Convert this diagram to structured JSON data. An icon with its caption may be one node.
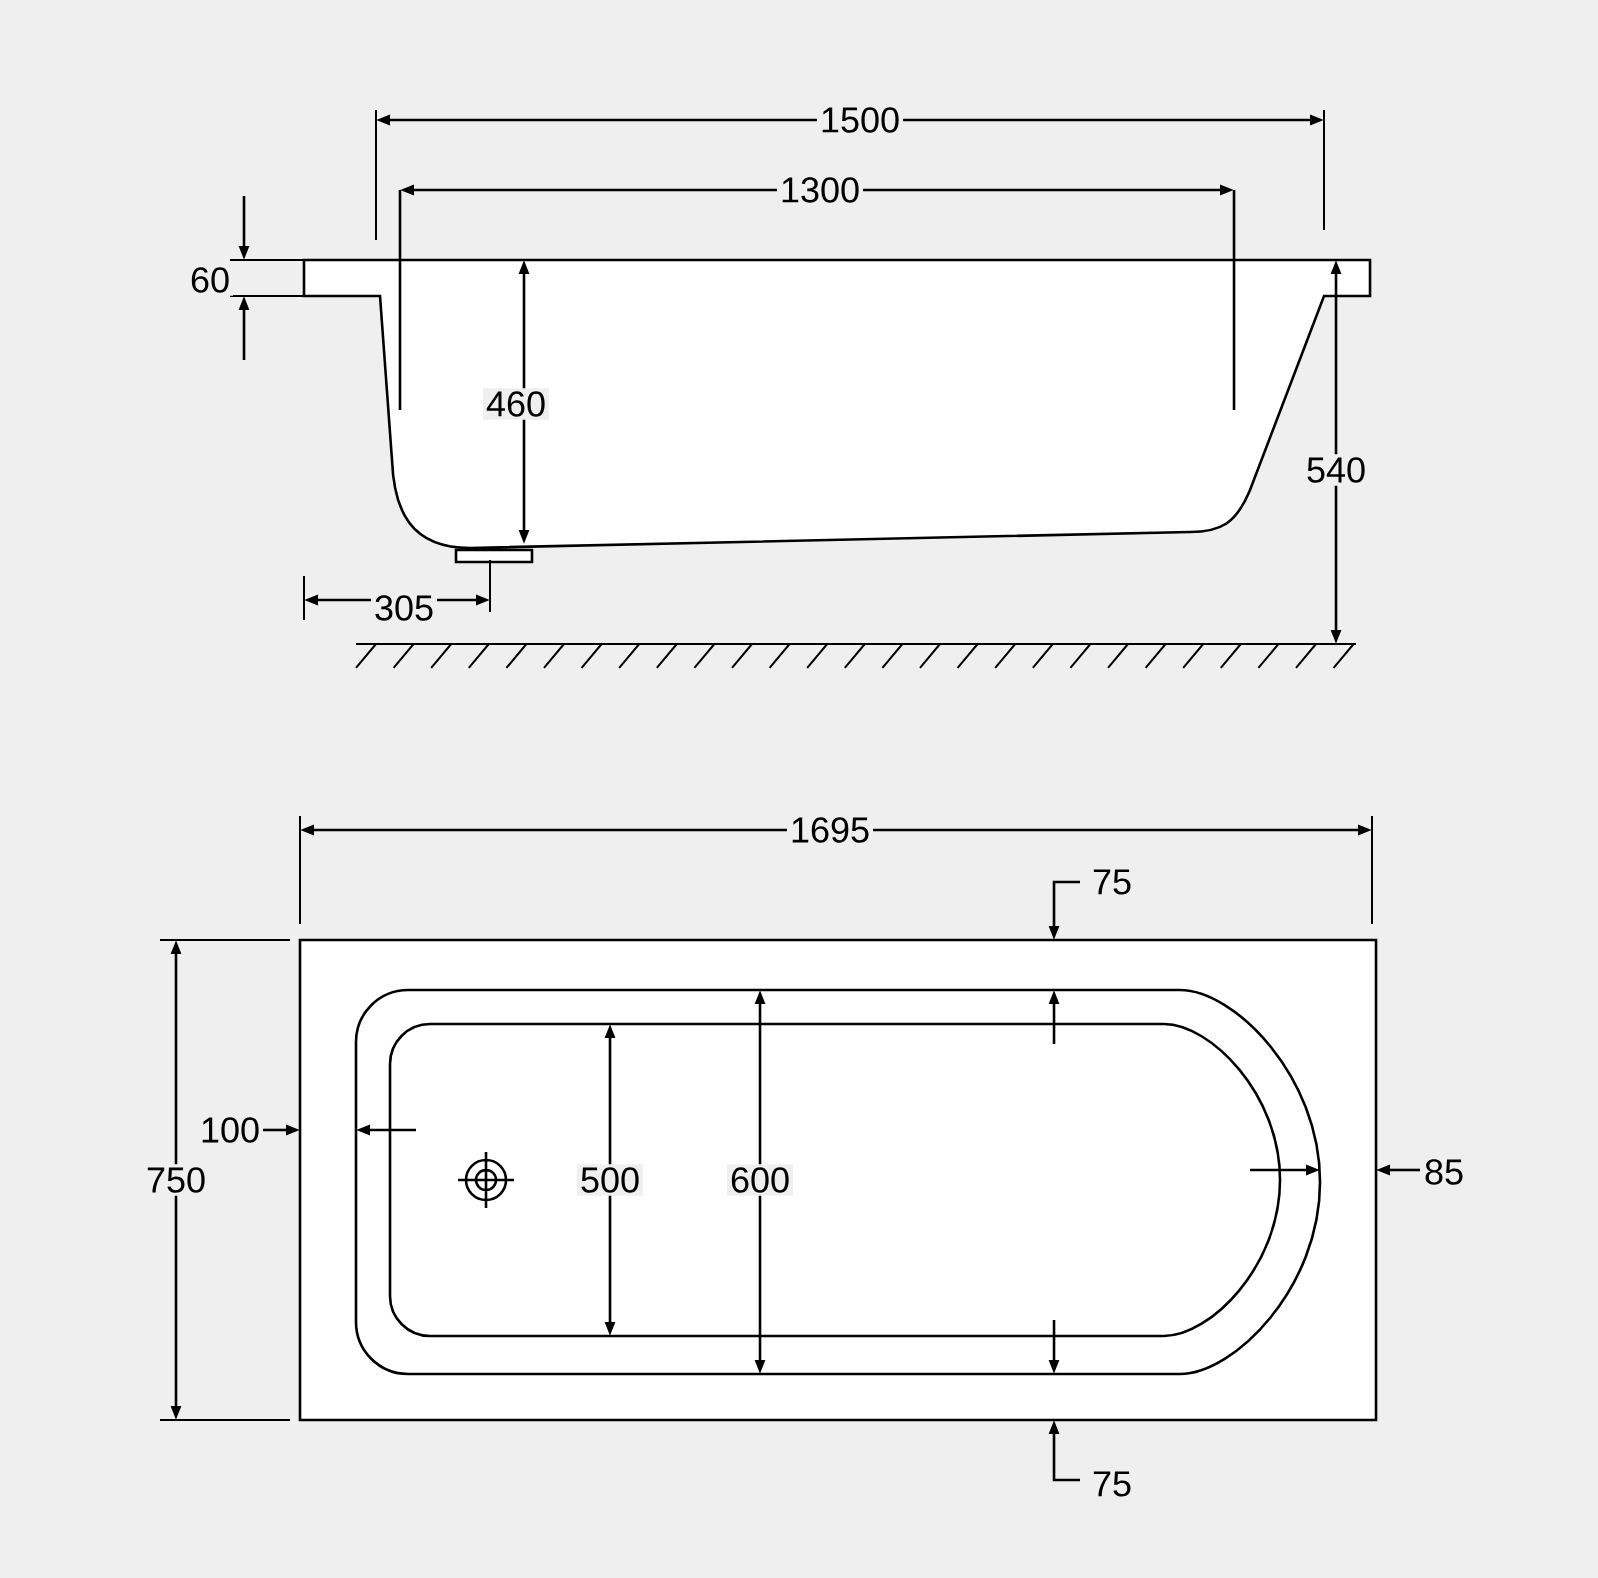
{
  "diagram": {
    "labels": [
      "1500",
      "1300",
      "60",
      "460",
      "540",
      "305",
      "1695",
      "75",
      "100",
      "750",
      "500",
      "600",
      "85",
      "75"
    ]
  }
}
